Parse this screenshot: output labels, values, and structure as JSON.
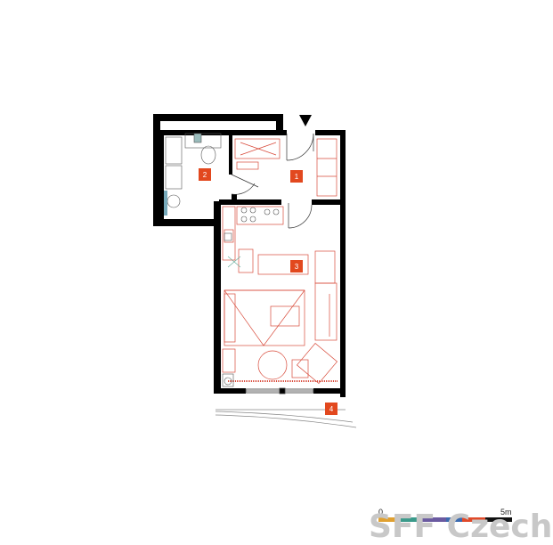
{
  "rooms": [
    {
      "id": "1"
    },
    {
      "id": "2"
    },
    {
      "id": "3"
    },
    {
      "id": "4"
    }
  ],
  "scale_bar": {
    "start_label": "0",
    "end_label": "5m"
  },
  "watermark": {
    "text": "SFF Czech"
  },
  "colors": {
    "wall": "#000000",
    "furniture": "#d84a3a",
    "fixtures": "#555555",
    "label_bg": "#e2481e",
    "label_text": "#ffffff",
    "scale_segments": [
      "#e0a030",
      "#3a9a8a",
      "#6a5aa0",
      "#3a6ab0",
      "#e04a2a",
      "#111111"
    ]
  },
  "icons": [
    "entrance-arrow-icon"
  ]
}
